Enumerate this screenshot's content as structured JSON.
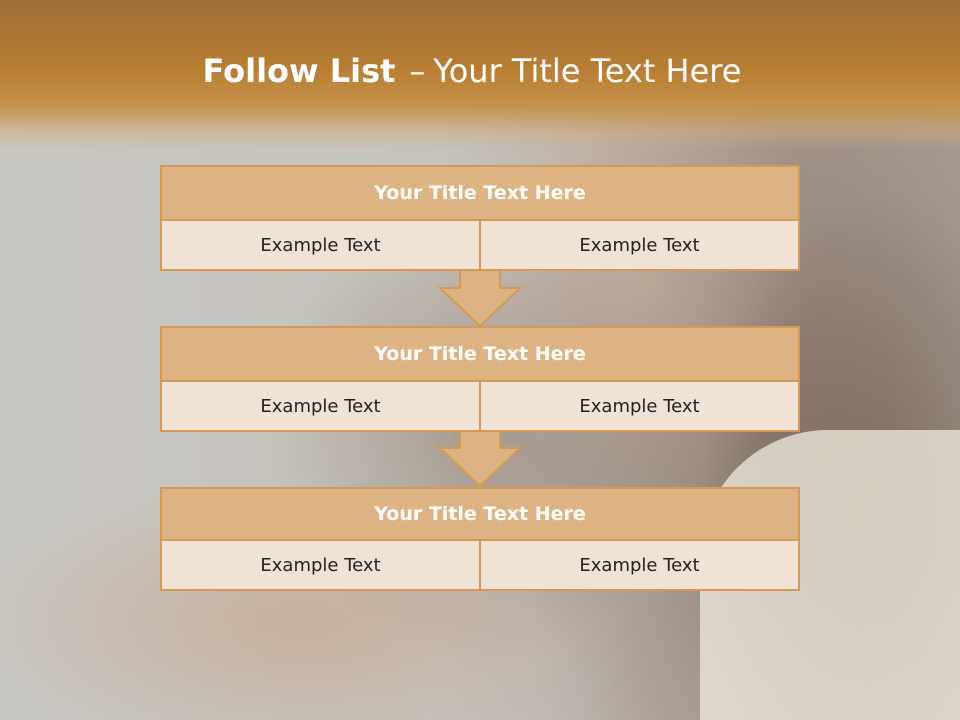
{
  "title": {
    "bold": "Follow List",
    "dash": "–",
    "rest": "Your Title Text Here"
  },
  "steps": [
    {
      "title": "Your Title Text Here",
      "left": "Example Text",
      "right": "Example Text"
    },
    {
      "title": "Your Title Text Here",
      "left": "Example Text",
      "right": "Example Text"
    },
    {
      "title": "Your Title Text Here",
      "left": "Example Text",
      "right": "Example Text"
    }
  ],
  "colors": {
    "header_band": "#b87d32",
    "box_title_fill": "#ddb384",
    "box_border": "#d49a55",
    "cell_fill": "#f0e2d5",
    "arrow_fill": "#ddb384"
  },
  "icons": {
    "connector": "down-arrow-icon"
  }
}
